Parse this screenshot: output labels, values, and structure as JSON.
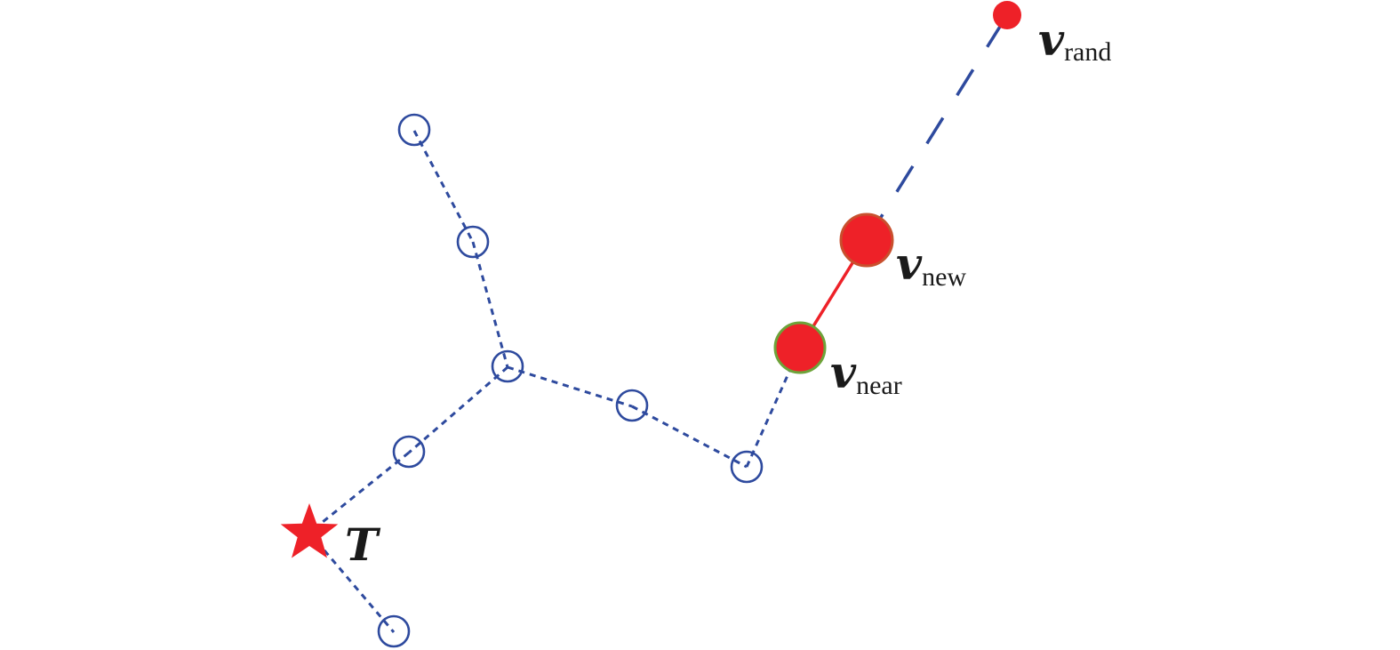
{
  "colors": {
    "tree": "#2E4A9E",
    "red": "#EE2128",
    "node_border_new": "#C8502E",
    "node_border_near": "#6DA33A",
    "label": "#1a1a1a"
  },
  "labels": {
    "rand": {
      "main": "v",
      "sub": "rand"
    },
    "new": {
      "main": "v",
      "sub": "new"
    },
    "near": {
      "main": "v",
      "sub": "near"
    },
    "target": "T"
  },
  "icons": {
    "target": "star-icon"
  }
}
